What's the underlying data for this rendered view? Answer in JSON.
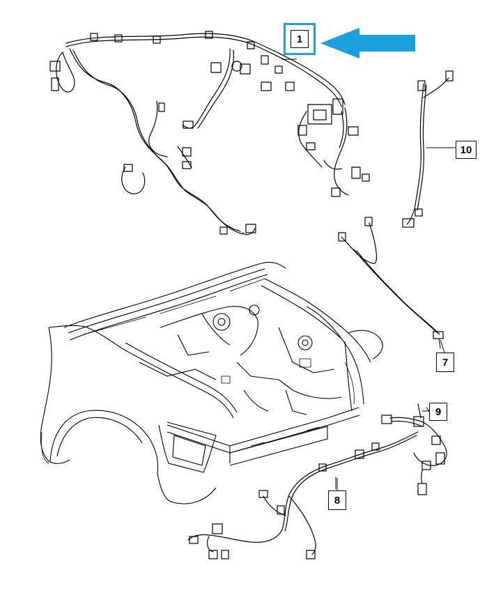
{
  "diagram": {
    "highlight_color": "#1aa0dc",
    "line_color": "#000000",
    "callouts": [
      {
        "id": "c1",
        "label": "1",
        "highlighted": true
      },
      {
        "id": "c7",
        "label": "7",
        "highlighted": false
      },
      {
        "id": "c8",
        "label": "8",
        "highlighted": false
      },
      {
        "id": "c9",
        "label": "9",
        "highlighted": false
      },
      {
        "id": "c10",
        "label": "10",
        "highlighted": false
      }
    ]
  }
}
